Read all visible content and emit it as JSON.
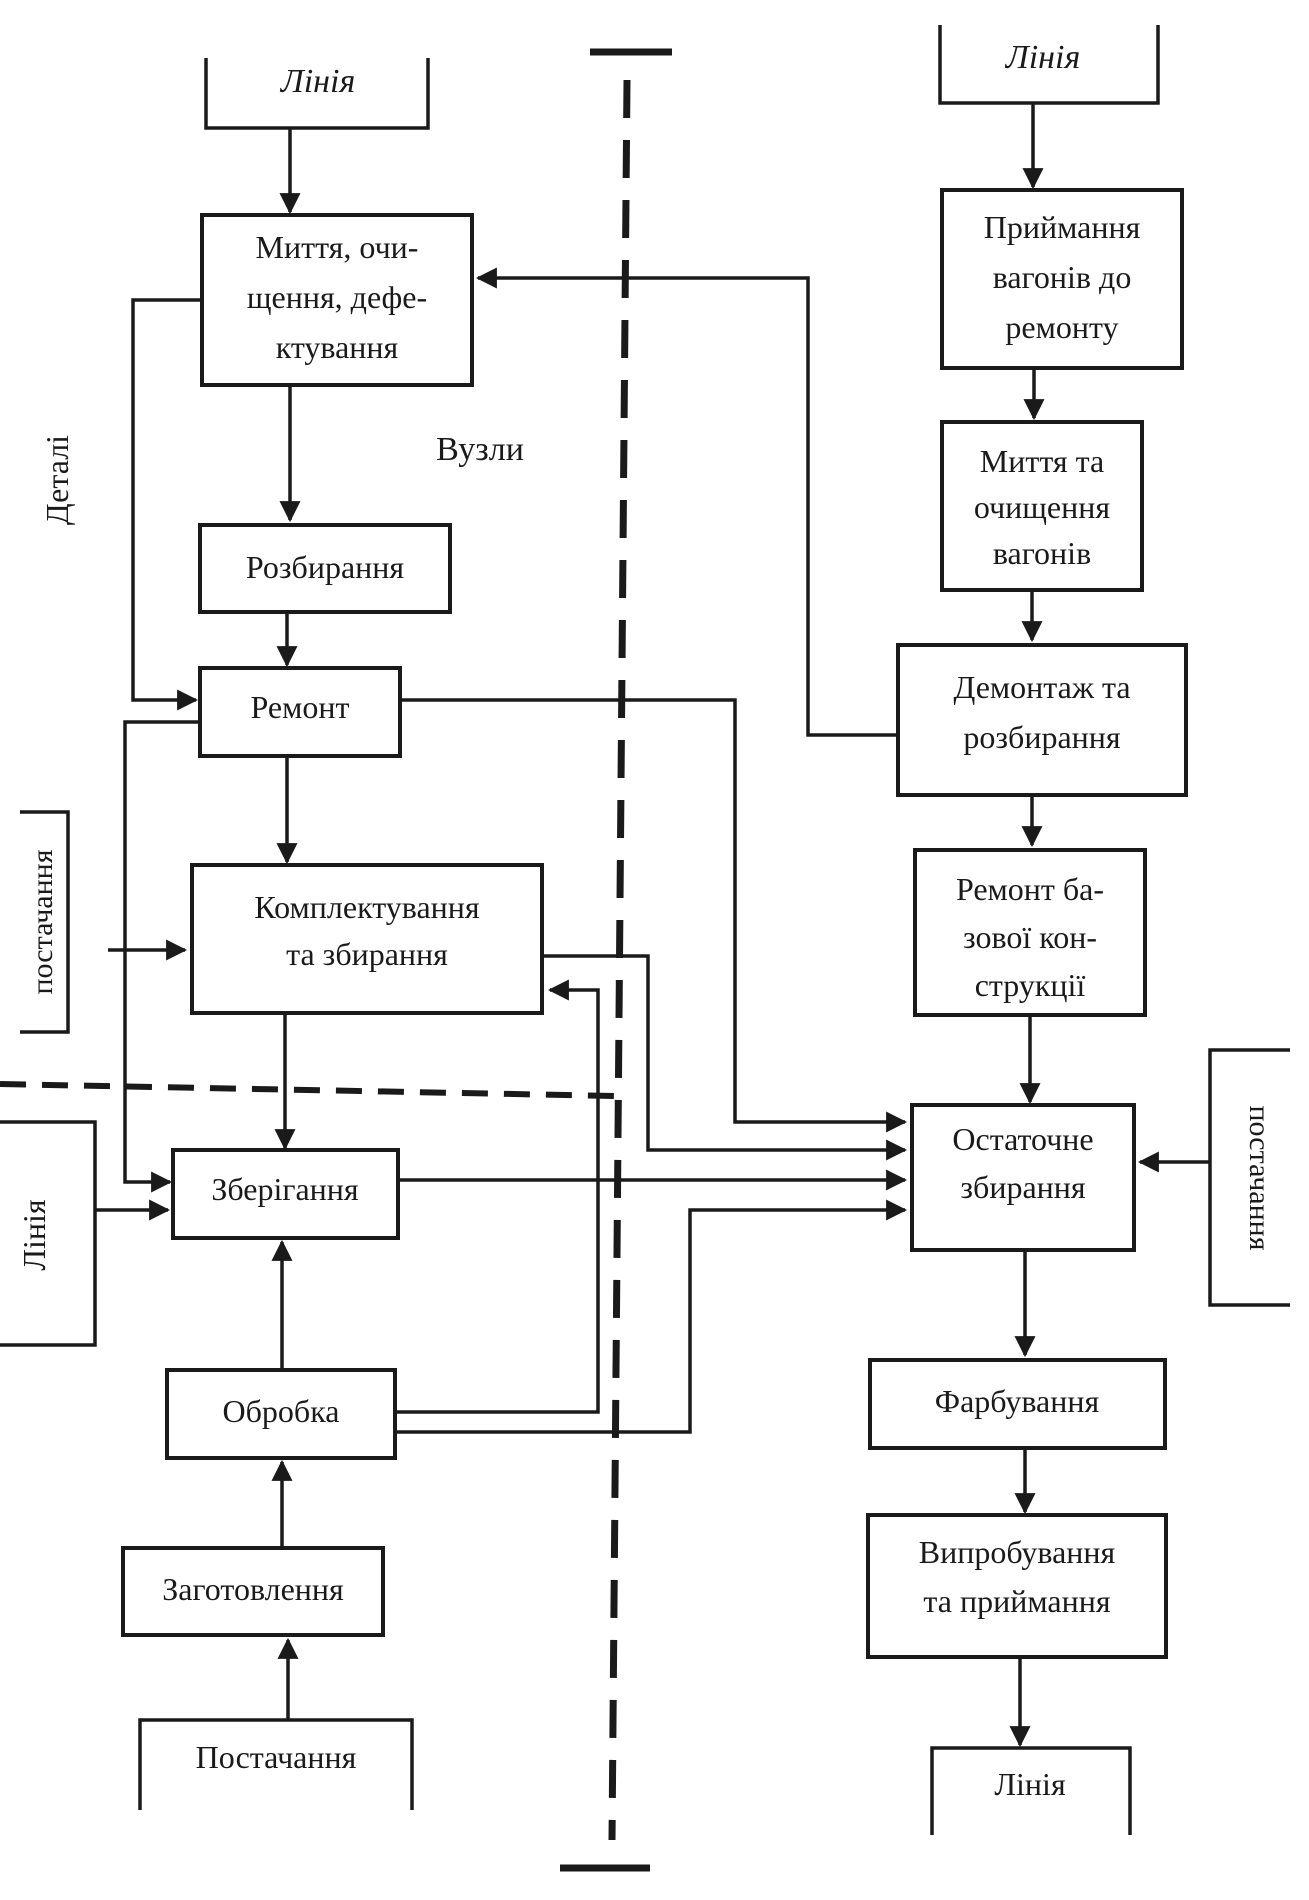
{
  "terminals": {
    "left_top": "Лінія",
    "right_top": "Лінія",
    "right_bottom": "Лінія",
    "left_side": "Лінія",
    "left_bottom": "Постачання",
    "left_supply": "постачання",
    "right_supply": "постачання"
  },
  "left_column": {
    "wash": [
      "Миття, очи-",
      "щення, дефе-",
      "ктування"
    ],
    "disassembly": "Розбирання",
    "repair": "Ремонт",
    "kit_assembly": [
      "Комплектування",
      "та збирання"
    ],
    "storage": "Зберігання",
    "processing": "Обробка",
    "blank_making": "Заготовлення"
  },
  "right_column": {
    "reception": [
      "Приймання",
      "вагонів до",
      "ремонту"
    ],
    "car_wash": [
      "Миття   та",
      "очищення",
      "вагонів"
    ],
    "dismantling": [
      "Демонтаж та",
      "розбирання"
    ],
    "base_repair": [
      "Ремонт ба-",
      "зової кон-",
      "струкції"
    ],
    "final_assembly": [
      "Остаточне",
      "збирання"
    ],
    "painting": "Фарбування",
    "testing": [
      "Випробування",
      "та приймання"
    ]
  },
  "labels": {
    "parts": "Деталі",
    "units": "Вузли"
  }
}
